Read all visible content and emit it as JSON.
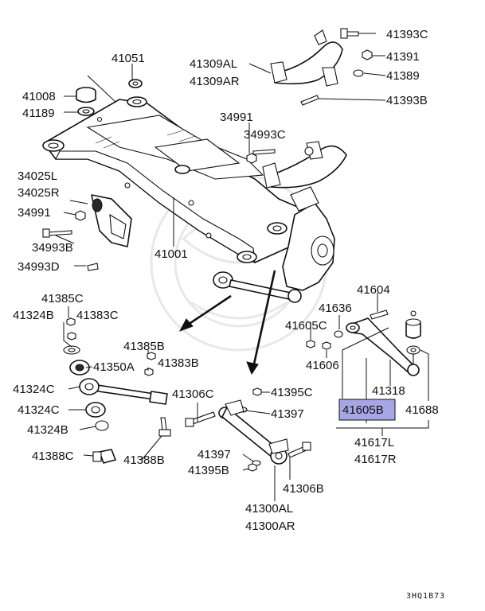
{
  "labels": {
    "p41051": "41051",
    "p41393C": "41393C",
    "p41309AL": "41309AL",
    "p41309AR": "41309AR",
    "p41391": "41391",
    "p41389": "41389",
    "p41008": "41008",
    "p41189": "41189",
    "p41393B": "41393B",
    "p34991_top": "34991",
    "p34993C": "34993C",
    "p34025L": "34025L",
    "p34025R": "34025R",
    "p34991_left": "34991",
    "p34993B": "34993B",
    "p34993D": "34993D",
    "p41001": "41001",
    "p41604": "41604",
    "p41636": "41636",
    "p41605C": "41605C",
    "p41606": "41606",
    "p41385C": "41385C",
    "p41324B_top": "41324B",
    "p41383C": "41383C",
    "p41385B": "41385B",
    "p41383B": "41383B",
    "p41350A": "41350A",
    "p41324C_a": "41324C",
    "p41324C_b": "41324C",
    "p41324B_bottom": "41324B",
    "p41388C": "41388C",
    "p41388B": "41388B",
    "p41306C": "41306C",
    "p41395C": "41395C",
    "p41397_right": "41397",
    "p41318": "41318",
    "p41605B": "41605B",
    "p41688": "41688",
    "p41617L": "41617L",
    "p41617R": "41617R",
    "p41397_left": "41397",
    "p41395B": "41395B",
    "p41306B": "41306B",
    "p41300AL": "41300AL",
    "p41300AR": "41300AR"
  },
  "highlight": {
    "part": "41605B",
    "color": "#a6a6e6"
  },
  "footer_code": "3HQ1B73"
}
